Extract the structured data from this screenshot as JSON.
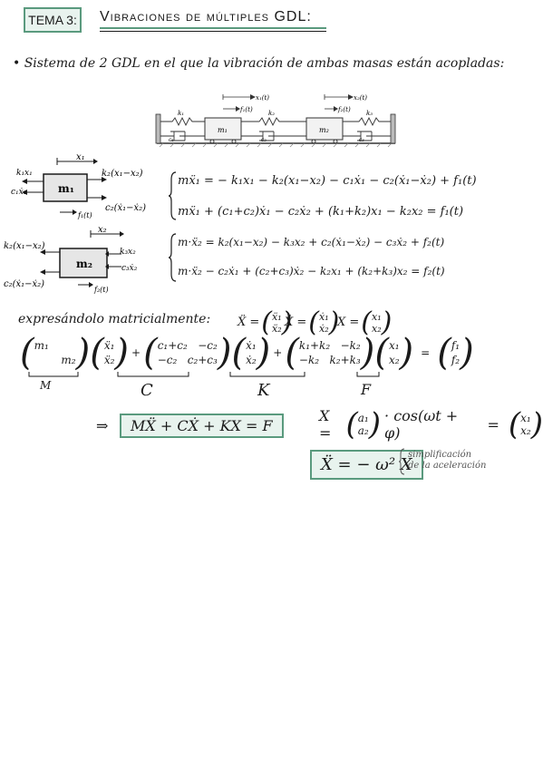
{
  "header": {
    "tema_label": "TEMA 3:",
    "title": "Vibraciones de múltiples GDL:"
  },
  "intro": {
    "bullet": "•",
    "text": "Sistema de 2 GDL en el que la vibración de ambas masas están acopladas:"
  },
  "figure": {
    "x1": "x₁(t)",
    "f1": "f₁(t)",
    "x2": "x₂(t)",
    "f2": "f₂(t)",
    "k1": "k₁",
    "k2": "k₂",
    "k3": "k₃",
    "c1": "c₁",
    "c2": "c₂",
    "c3": "c₃",
    "m1": "m₁",
    "m2": "m₂"
  },
  "fbd1": {
    "mass": "m₁",
    "x": "x₁",
    "left_top": "k₁x₁",
    "left_bottom": "c₁ẋ₁",
    "right_top": "k₂(x₁−x₂)",
    "right_bottom": "c₂(ẋ₁−ẋ₂)",
    "force": "f₁(t)"
  },
  "fbd2": {
    "mass": "m₂",
    "x": "x₂",
    "left_top": "k₂(x₁−x₂)",
    "left_bottom": "c₂(ẋ₁−ẋ₂)",
    "right_top": "k₃x₂",
    "right_bottom": "c₃ẋ₂",
    "force": "f₂(t)"
  },
  "equations": {
    "eq1a": "mẍ₁ = − k₁x₁ − k₂(x₁−x₂) − c₁ẋ₁ − c₂(ẋ₁−ẋ₂) + f₁(t)",
    "eq1b": "mẍ₁ + (c₁+c₂)ẋ₁ − c₂ẋ₂ + (k₁+k₂)x₁ − k₂x₂ = f₁(t)",
    "eq2a": "m·ẍ₂ = k₂(x₁−x₂) − k₃x₂ + c₂(ẋ₁−ẋ₂) − c₃ẋ₂ + f₂(t)",
    "eq2b": "m·ẍ₂ − c₂ẋ₁ + (c₂+c₃)ẋ₂ − k₂x₁ + (k₂+k₃)x₂ = f₂(t)"
  },
  "matrix_section": {
    "label": "expresándolo matricialmente:",
    "def_xdd_lhs": "Ẍ =",
    "def_xdd_top": "ẍ₁",
    "def_xdd_bot": "ẍ₂",
    "def_xd_lhs": "Ẋ =",
    "def_xd_top": "ẋ₁",
    "def_xd_bot": "ẋ₂",
    "def_x_lhs": "X =",
    "def_x_top": "x₁",
    "def_x_bot": "x₂",
    "M_r1": "m₁",
    "M_r2": "m₂",
    "C_r1": "c₁+c₂   −c₂",
    "C_r2": "−c₂   c₂+c₃",
    "K_r1": "k₁+k₂   −k₂",
    "K_r2": "−k₂   k₂+k₃",
    "F_r1": "f₁",
    "F_r2": "f₂",
    "plus": "+",
    "equals": "=",
    "under_M": "M",
    "under_C": "C",
    "under_K": "K",
    "under_F": "F"
  },
  "result": {
    "arrow": "⇒",
    "boxed_eq": "MẌ + CẊ + KX = F",
    "X_lhs": "X =",
    "a_top": "a₁",
    "a_bot": "a₂",
    "cos_part": "· cos(ωt + φ)",
    "equals": "=",
    "x_top": "x₁",
    "x_bot": "x₂",
    "boxed_accel": "Ẍ = − ω² X",
    "note_line1": "simplificación",
    "note_line2": "de la aceleración"
  }
}
